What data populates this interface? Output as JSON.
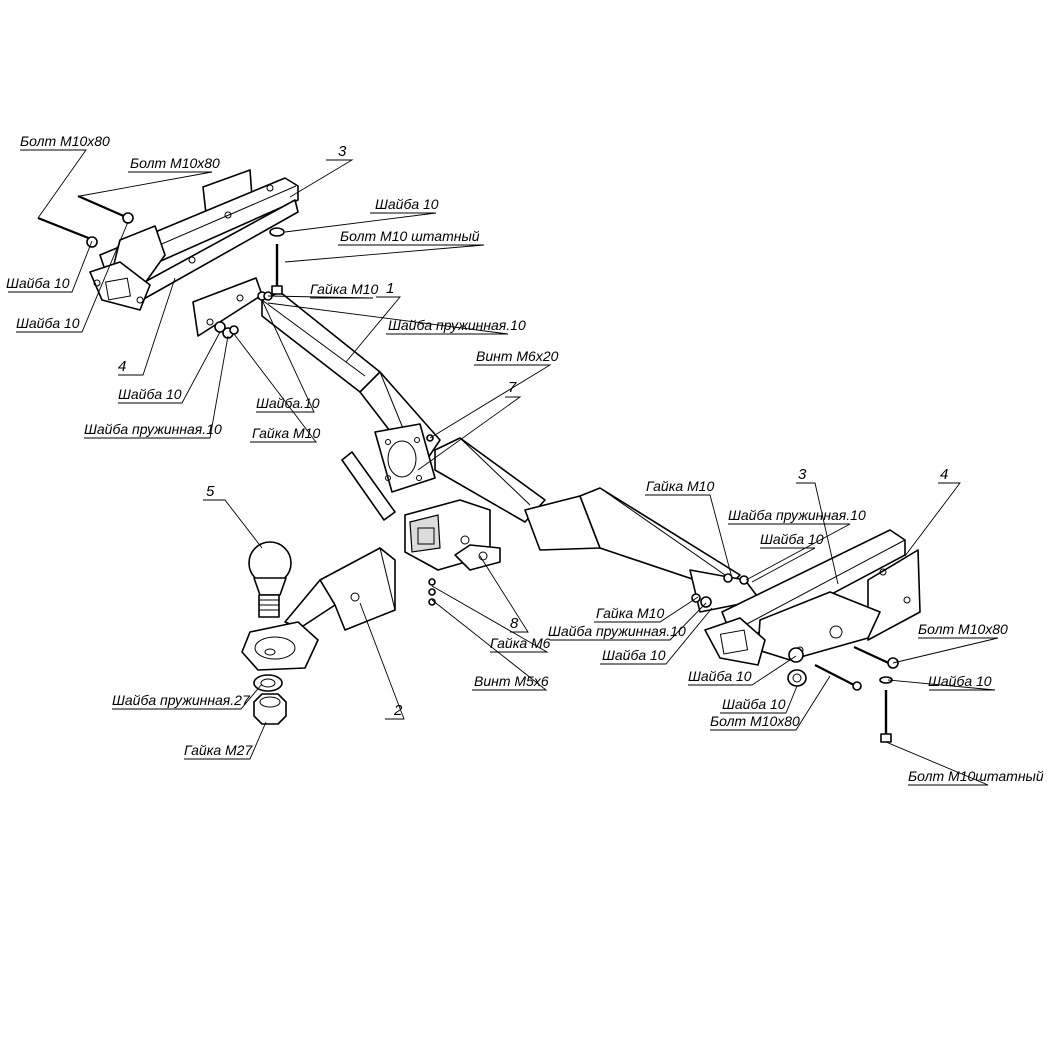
{
  "drawing": {
    "labels": [
      {
        "id": "L1",
        "text": "Болт М10х80"
      },
      {
        "id": "L2",
        "text": "Болт М10х80"
      },
      {
        "id": "L3",
        "text": "3"
      },
      {
        "id": "L4",
        "text": "Шайба 10"
      },
      {
        "id": "L5",
        "text": "Болт М10 штатный"
      },
      {
        "id": "L6",
        "text": "Шайба 10"
      },
      {
        "id": "L7",
        "text": "Шайба 10"
      },
      {
        "id": "L8",
        "text": "Гайка М10"
      },
      {
        "id": "L9",
        "text": "1"
      },
      {
        "id": "L10",
        "text": "Шайба пружинная.10"
      },
      {
        "id": "L11",
        "text": "4"
      },
      {
        "id": "L12",
        "text": "Шайба 10"
      },
      {
        "id": "L13",
        "text": "Шайба.10"
      },
      {
        "id": "L14",
        "text": "Винт М6х20"
      },
      {
        "id": "L15",
        "text": "7"
      },
      {
        "id": "L16",
        "text": "Шайба пружинная.10"
      },
      {
        "id": "L17",
        "text": "Гайка М10"
      },
      {
        "id": "L18",
        "text": "5"
      },
      {
        "id": "L19",
        "text": "Гайка М10"
      },
      {
        "id": "L20",
        "text": "3"
      },
      {
        "id": "L21",
        "text": "4"
      },
      {
        "id": "L22",
        "text": "Шайба пружинная.10"
      },
      {
        "id": "L23",
        "text": "Шайба 10"
      },
      {
        "id": "L24",
        "text": "8"
      },
      {
        "id": "L25",
        "text": "Гайка М10"
      },
      {
        "id": "L26",
        "text": "Гайка М6"
      },
      {
        "id": "L27",
        "text": "Шайба пружинная.10"
      },
      {
        "id": "L28",
        "text": "Шайба 10"
      },
      {
        "id": "L29",
        "text": "Болт М10х80"
      },
      {
        "id": "L30",
        "text": "Винт М5х6"
      },
      {
        "id": "L31",
        "text": "Шайба 10"
      },
      {
        "id": "L32",
        "text": "Шайба 10"
      },
      {
        "id": "L33",
        "text": "Шайба 10"
      },
      {
        "id": "L34",
        "text": "Шайба пружинная.27"
      },
      {
        "id": "L35",
        "text": "2"
      },
      {
        "id": "L36",
        "text": "Болт М10х80"
      },
      {
        "id": "L37",
        "text": "Гайка М27"
      },
      {
        "id": "L38",
        "text": "Болт М10штатный"
      }
    ]
  }
}
